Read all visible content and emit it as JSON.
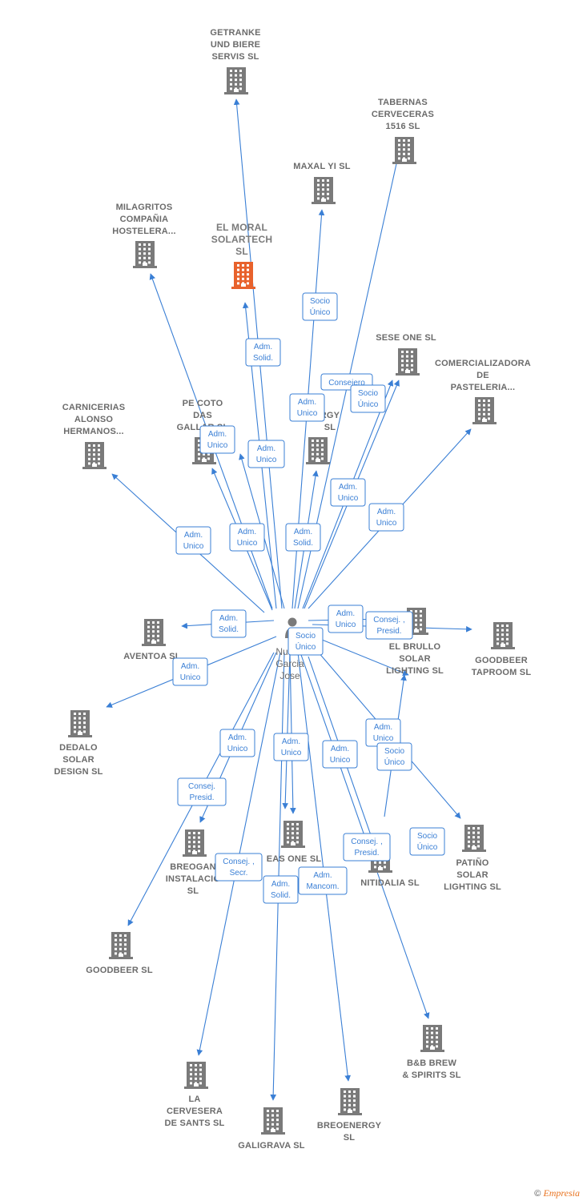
{
  "colors": {
    "edge": "#3a7fd5",
    "building": "#7a7a7a",
    "highlight": "#e8622c",
    "label": "#6b6b6b"
  },
  "person": {
    "lines": [
      "Nu",
      "Garcia",
      "Jose"
    ],
    "icon": "person-icon"
  },
  "companies": [
    {
      "id": "getranke",
      "lines": [
        "GETRANKE",
        "UND BIERE",
        "SERVIS SL"
      ]
    },
    {
      "id": "tabernas",
      "lines": [
        "TABERNAS",
        "CERVECERAS",
        "1516 SL"
      ]
    },
    {
      "id": "maxal",
      "lines": [
        "MAXAL YI SL"
      ]
    },
    {
      "id": "milagritos",
      "lines": [
        "MILAGRITOS",
        "COMPAÑIA",
        "HOSTELERA..."
      ]
    },
    {
      "id": "elmoral",
      "lines": [
        "EL MORAL",
        "SOLARTECH",
        "SL"
      ],
      "highlight": true
    },
    {
      "id": "seseone",
      "lines": [
        "SESE ONE SL"
      ]
    },
    {
      "id": "comercializadora",
      "lines": [
        "COMERCIALIZADORA",
        "DE",
        "PASTELERIA..."
      ]
    },
    {
      "id": "carnicerias",
      "lines": [
        "CARNICERIAS",
        "ALONSO",
        "HERMANOS..."
      ]
    },
    {
      "id": "pecoto",
      "lines": [
        "PE COTO",
        "DAS",
        "GALLAR SL"
      ]
    },
    {
      "id": "energy",
      "lines": [
        "RGY",
        "SL"
      ]
    },
    {
      "id": "aventoa",
      "lines": [
        "AVENTOA SL"
      ]
    },
    {
      "id": "elbrullo",
      "lines": [
        "EL BRULLO",
        "SOLAR",
        "LIGHTING SL"
      ]
    },
    {
      "id": "goodbeertaproom",
      "lines": [
        "GOODBEER",
        "TAPROOM SL"
      ]
    },
    {
      "id": "dedalo",
      "lines": [
        "DEDALO",
        "SOLAR",
        "DESIGN SL"
      ]
    },
    {
      "id": "breogan",
      "lines": [
        "BREOGAN",
        "INSTALACIO",
        "SL"
      ]
    },
    {
      "id": "easone",
      "lines": [
        "EAS ONE SL"
      ]
    },
    {
      "id": "nitidalia",
      "lines": [
        "NITIDALIA SL"
      ]
    },
    {
      "id": "patino",
      "lines": [
        "PATIÑO",
        "SOLAR",
        "LIGHTING SL"
      ]
    },
    {
      "id": "goodbeer",
      "lines": [
        "GOODBEER SL"
      ]
    },
    {
      "id": "bbbrew",
      "lines": [
        "B&B BREW",
        "& SPIRITS SL"
      ]
    },
    {
      "id": "lacervesera",
      "lines": [
        "LA",
        "CERVESERA",
        "DE SANTS SL"
      ]
    },
    {
      "id": "galigrava",
      "lines": [
        "GALIGRAVA SL"
      ]
    },
    {
      "id": "breoenergy",
      "lines": [
        "BREOENERGY",
        "SL"
      ]
    }
  ],
  "relations": [
    {
      "lines": [
        "Socio",
        "Único"
      ]
    },
    {
      "lines": [
        "Adm.",
        "Solid."
      ]
    },
    {
      "lines": [
        "Consejero",
        ""
      ]
    },
    {
      "lines": [
        "Adm.",
        "Unico"
      ]
    },
    {
      "lines": [
        "Socio",
        "Único"
      ]
    },
    {
      "lines": [
        "Adm.",
        "Unico"
      ]
    },
    {
      "lines": [
        "Adm.",
        "Unico"
      ]
    },
    {
      "lines": [
        "Adm.",
        "Unico"
      ]
    },
    {
      "lines": [
        "Adm.",
        "Unico"
      ]
    },
    {
      "lines": [
        "Adm.",
        "Unico"
      ]
    },
    {
      "lines": [
        "Adm.",
        "Unico"
      ]
    },
    {
      "lines": [
        "Adm.",
        "Solid."
      ]
    },
    {
      "lines": [
        "Adm.",
        "Solid."
      ]
    },
    {
      "lines": [
        "Adm.",
        "Unico"
      ]
    },
    {
      "lines": [
        "Consej. ,",
        "Presid."
      ]
    },
    {
      "lines": [
        "Socio",
        "Único"
      ]
    },
    {
      "lines": [
        "Adm.",
        "Unico"
      ]
    },
    {
      "lines": [
        "Adm.",
        "Unico"
      ]
    },
    {
      "lines": [
        "Adm.",
        "Unico"
      ]
    },
    {
      "lines": [
        "Adm.",
        "Unico"
      ]
    },
    {
      "lines": [
        "Adm.",
        "Unico"
      ]
    },
    {
      "lines": [
        "Socio",
        "Único"
      ]
    },
    {
      "lines": [
        "Consej.",
        "Presid."
      ]
    },
    {
      "lines": [
        "Socio",
        "Único"
      ]
    },
    {
      "lines": [
        "Consej. ,",
        "Presid."
      ]
    },
    {
      "lines": [
        "Consej. ,",
        "Secr."
      ]
    },
    {
      "lines": [
        "Adm.",
        "Solid."
      ]
    },
    {
      "lines": [
        "Adm.",
        "Mancom."
      ]
    }
  ],
  "footer": {
    "copyright": "©",
    "brand": "Empresia"
  }
}
